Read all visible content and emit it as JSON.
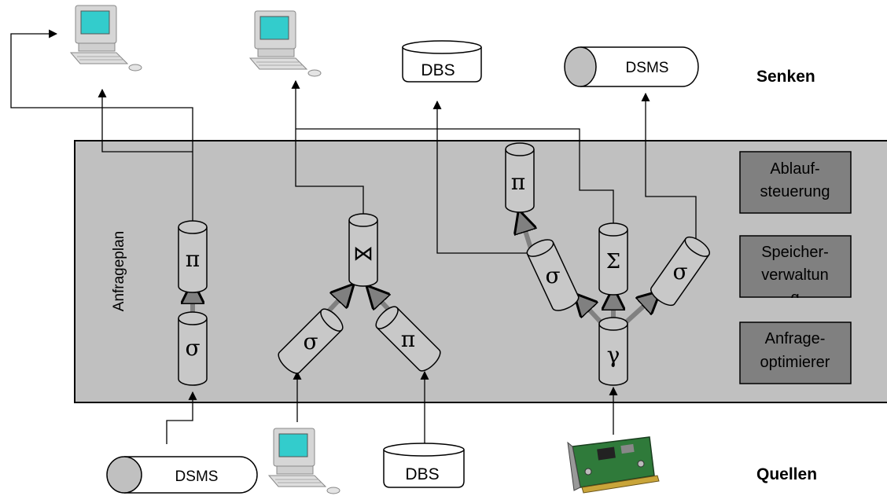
{
  "labels": {
    "senken": "Senken",
    "quellen": "Quellen",
    "anfrageplan": "Anfrageplan"
  },
  "side_panels": {
    "ablauf": [
      "Ablauf-",
      "steuerung"
    ],
    "speicher": [
      "Speicher-",
      "verwaltun",
      "g"
    ],
    "anfrage": [
      "Anfrage-",
      "optimierer"
    ]
  },
  "sinks": {
    "dbs": "DBS",
    "dsms": "DSMS"
  },
  "sources": {
    "dsms": "DSMS",
    "dbs": "DBS"
  },
  "operators": {
    "op1_top": "π",
    "op1_bottom": "σ",
    "join": "⋈",
    "op2_left": "σ",
    "op2_right": "π",
    "op3_top": "π",
    "op3_left": "σ",
    "op3_mid": "Σ",
    "op3_right": "σ",
    "op3_bottom": "γ"
  },
  "colors": {
    "plan_fill": "#c0c0c0",
    "panel_fill": "#808080",
    "cylinder_fill": "#c8c8c8",
    "screen": "#33cccc"
  }
}
